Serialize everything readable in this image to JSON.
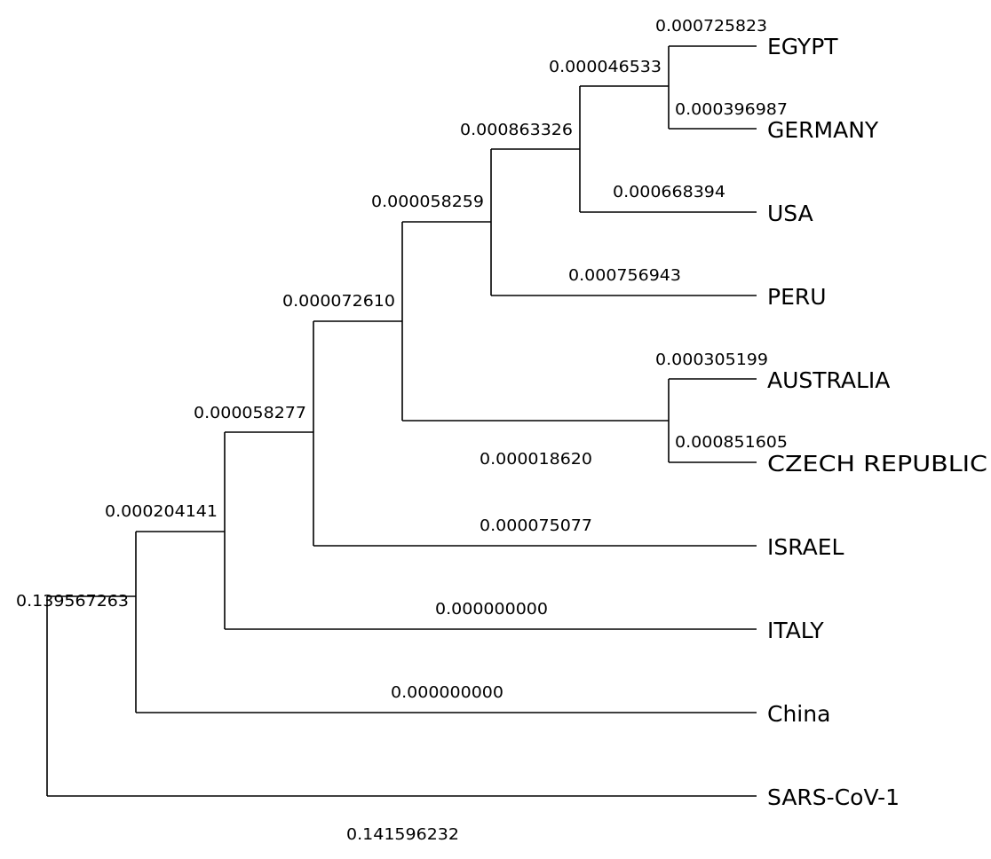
{
  "tree": {
    "taxa": [
      "EGYPT",
      "GERMANY",
      "USA",
      "PERU",
      "AUSTRALIA",
      "CZECH REPUBLIC",
      "ISRAEL",
      "ITALY",
      "China",
      "SARS-CoV-1"
    ],
    "branch_lengths": {
      "egypt": "0.000725823",
      "germany": "0.000396987",
      "egypt_germany_clade": "0.000046533",
      "usa": "0.000668394",
      "egypt_germany_usa_clade": "0.000863326",
      "peru": "0.000756943",
      "egypt_to_peru_clade": "0.000058259",
      "australia": "0.000305199",
      "czech_republic": "0.000851605",
      "australia_czech_clade": "0.000018620",
      "egypt_to_czech_clade": "0.000072610",
      "israel": "0.000075077",
      "egypt_to_israel_clade": "0.000058277",
      "italy": "0.000000000",
      "egypt_to_italy_clade": "0.000204141",
      "china": "0.000000000",
      "sars_cov_2_clade": "0.139567263",
      "sars_cov_1": "0.141596232"
    }
  }
}
